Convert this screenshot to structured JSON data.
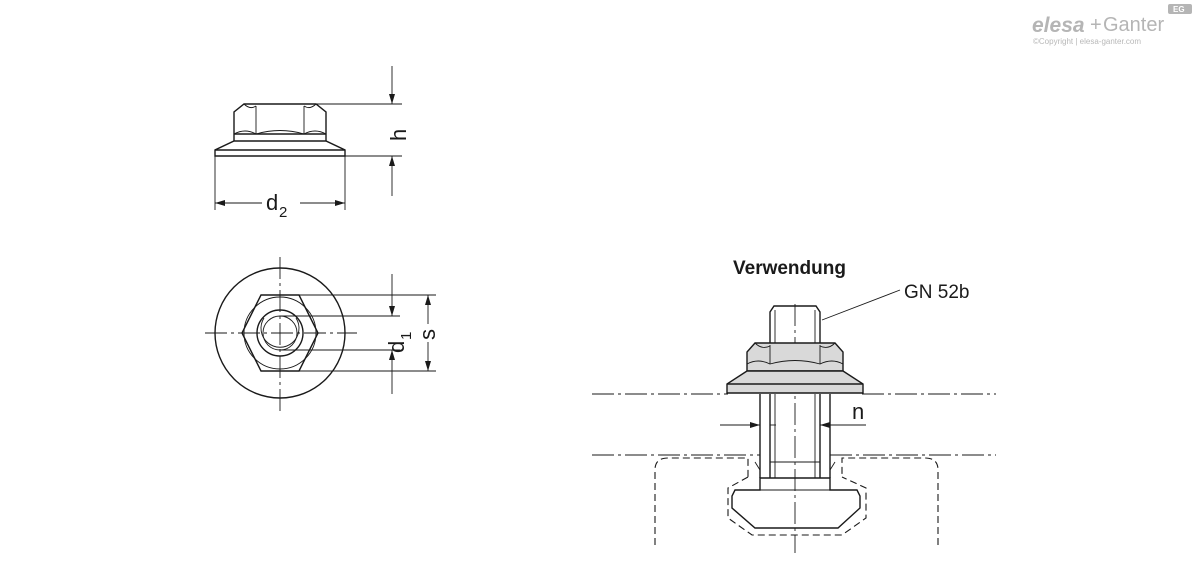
{
  "logo": {
    "brand_part1": "elesa",
    "brand_plus": "+",
    "brand_part2": "Ganter",
    "copyright": "©Copyright | elesa-ganter.com",
    "badge": "EG"
  },
  "side_view": {
    "height_label": "h",
    "flange_diameter_label": "d",
    "flange_diameter_sub": "2"
  },
  "top_view": {
    "bore_label": "d",
    "bore_sub": "1",
    "across_flats_label": "s"
  },
  "usage": {
    "title": "Verwendung",
    "callout": "GN 52b",
    "gap_label": "n"
  },
  "colors": {
    "line": "#1a1a1a",
    "part_fill": "#d9d9d9",
    "logo": "#b5b5b5"
  }
}
